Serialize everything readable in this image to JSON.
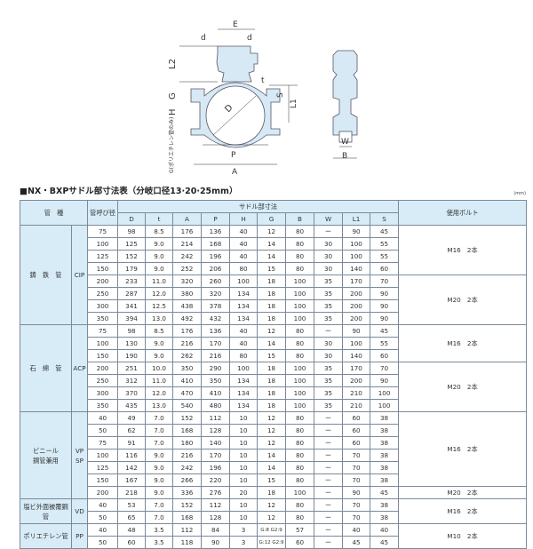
{
  "drawing": {
    "labels": {
      "E": "E",
      "d1": "d",
      "d2": "d",
      "t": "t",
      "L2": "L2",
      "G": "G",
      "H": "H",
      "D": "D",
      "S": "S",
      "L1": "L1",
      "P": "P",
      "A": "A",
      "W": "W",
      "B": "B",
      "G_note": "G(ポリエチレン管のみ)"
    },
    "fill_color": "#d6e9f5"
  },
  "title": "■NX・BXPサドル部寸法表（分岐口径13·20·25mm）",
  "unit": "(mm)",
  "header": {
    "pipe_type": "管　種",
    "nominal": "管呼び径",
    "saddle": "サドル部寸法",
    "bolt": "使用ボルト",
    "cols": [
      "D",
      "t",
      "A",
      "P",
      "H",
      "G",
      "B",
      "W",
      "L1",
      "S"
    ]
  },
  "groups": [
    {
      "name": "鋳　鉄　管",
      "code": "CIP",
      "bolts": [
        {
          "label": "M16　2本",
          "span": 4
        },
        {
          "label": "M20　2本",
          "span": 4
        }
      ],
      "rows": [
        [
          "75",
          "98",
          "8.5",
          "176",
          "136",
          "40",
          "12",
          "80",
          "ー",
          "90",
          "45"
        ],
        [
          "100",
          "125",
          "9.0",
          "214",
          "168",
          "40",
          "14",
          "80",
          "30",
          "100",
          "55"
        ],
        [
          "125",
          "152",
          "9.0",
          "242",
          "196",
          "40",
          "14",
          "80",
          "30",
          "100",
          "55"
        ],
        [
          "150",
          "179",
          "9.0",
          "252",
          "206",
          "80",
          "15",
          "80",
          "30",
          "140",
          "60"
        ],
        [
          "200",
          "233",
          "11.0",
          "320",
          "260",
          "100",
          "18",
          "100",
          "35",
          "170",
          "70"
        ],
        [
          "250",
          "287",
          "12.0",
          "380",
          "320",
          "134",
          "18",
          "100",
          "35",
          "200",
          "90"
        ],
        [
          "300",
          "341",
          "12.5",
          "438",
          "378",
          "134",
          "18",
          "100",
          "35",
          "200",
          "90"
        ],
        [
          "350",
          "394",
          "13.0",
          "492",
          "432",
          "134",
          "18",
          "100",
          "35",
          "200",
          "90"
        ]
      ]
    },
    {
      "name": "石　綿　管",
      "code": "ACP",
      "bolts": [
        {
          "label": "M16　2本",
          "span": 3
        },
        {
          "label": "M20　2本",
          "span": 4
        }
      ],
      "rows": [
        [
          "75",
          "98",
          "8.5",
          "176",
          "136",
          "40",
          "12",
          "80",
          "ー",
          "90",
          "45"
        ],
        [
          "100",
          "130",
          "9.0",
          "216",
          "170",
          "40",
          "14",
          "80",
          "30",
          "100",
          "55"
        ],
        [
          "150",
          "190",
          "9.0",
          "262",
          "216",
          "80",
          "15",
          "80",
          "30",
          "140",
          "60"
        ],
        [
          "200",
          "251",
          "10.0",
          "350",
          "290",
          "100",
          "18",
          "100",
          "35",
          "170",
          "70"
        ],
        [
          "250",
          "312",
          "11.0",
          "410",
          "350",
          "134",
          "18",
          "100",
          "35",
          "200",
          "90"
        ],
        [
          "300",
          "370",
          "12.0",
          "470",
          "410",
          "134",
          "18",
          "100",
          "35",
          "210",
          "100"
        ],
        [
          "350",
          "435",
          "13.0",
          "540",
          "480",
          "134",
          "18",
          "100",
          "35",
          "210",
          "100"
        ]
      ]
    },
    {
      "name": "ビニール\n鋼管兼用",
      "code": "VP\nSP",
      "bolts": [
        {
          "label": "M16　2本",
          "span": 6
        },
        {
          "label": "M20　2本",
          "span": 1
        }
      ],
      "rows": [
        [
          "40",
          "49",
          "7.0",
          "152",
          "112",
          "10",
          "12",
          "80",
          "ー",
          "60",
          "38"
        ],
        [
          "50",
          "62",
          "7.0",
          "168",
          "128",
          "10",
          "12",
          "80",
          "ー",
          "60",
          "38"
        ],
        [
          "75",
          "91",
          "7.0",
          "180",
          "140",
          "10",
          "12",
          "80",
          "ー",
          "60",
          "38"
        ],
        [
          "100",
          "116",
          "9.0",
          "216",
          "170",
          "10",
          "14",
          "80",
          "ー",
          "70",
          "38"
        ],
        [
          "125",
          "142",
          "9.0",
          "242",
          "196",
          "10",
          "14",
          "80",
          "ー",
          "70",
          "38"
        ],
        [
          "150",
          "167",
          "9.0",
          "266",
          "220",
          "10",
          "15",
          "80",
          "ー",
          "70",
          "38"
        ],
        [
          "200",
          "218",
          "9.0",
          "336",
          "276",
          "20",
          "18",
          "100",
          "ー",
          "90",
          "45"
        ]
      ]
    },
    {
      "name": "塩ビ外面被覆鋼管",
      "code": "VD",
      "bolts": [
        {
          "label": "M16　2本",
          "span": 2
        }
      ],
      "rows": [
        [
          "40",
          "53",
          "7.0",
          "152",
          "112",
          "10",
          "12",
          "80",
          "ー",
          "70",
          "38"
        ],
        [
          "50",
          "65",
          "7.0",
          "168",
          "128",
          "10",
          "12",
          "80",
          "ー",
          "70",
          "38"
        ]
      ]
    },
    {
      "name": "ポリエチレン管",
      "code": "PP",
      "bolts": [
        {
          "label": "M10　2本",
          "span": 2
        }
      ],
      "rows": [
        [
          "40",
          "48",
          "3.5",
          "112",
          "84",
          "3",
          "G:8 G2:9",
          "57",
          "ー",
          "40",
          "40"
        ],
        [
          "50",
          "60",
          "3.5",
          "118",
          "90",
          "3",
          "G:12 G2:9",
          "60",
          "ー",
          "45",
          "45"
        ]
      ]
    }
  ]
}
